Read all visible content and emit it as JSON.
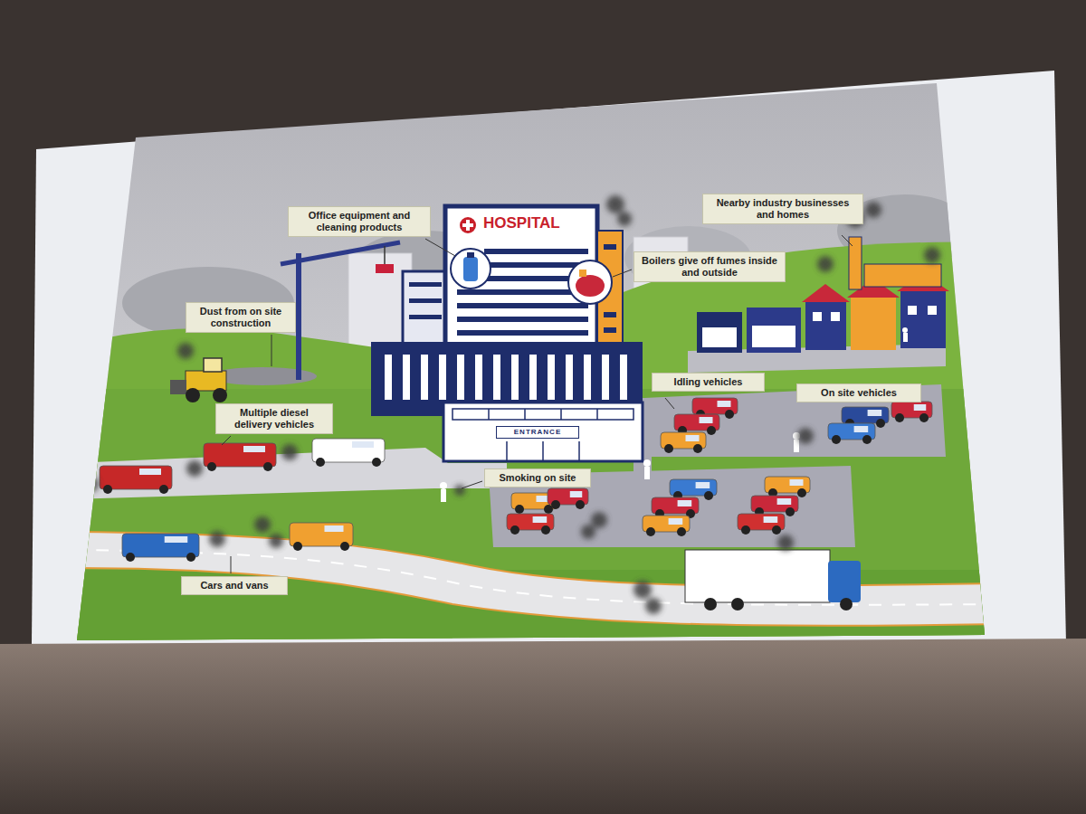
{
  "diagram": {
    "nodes": [
      {
        "text": [
          "Nearby industry businesses and homes"
        ]
      },
      {
        "text": [
          "Office equipment and cleaning products"
        ]
      },
      {
        "text": [
          "HOSPITAL"
        ]
      },
      {
        "text": [
          "Boilers give off fumes inside and outside"
        ]
      },
      {
        "text": [
          "Dust from on site construction"
        ]
      },
      {
        "text": [
          "Idling vehicles"
        ]
      },
      {
        "text": [
          "On site vehicles"
        ]
      },
      {
        "text": [
          "Multiple diesel delivery vehicles"
        ]
      },
      {
        "text": [
          "ENTRANCE"
        ]
      },
      {
        "text": [
          "Smoking on site"
        ]
      },
      {
        "text": [
          "Cars and vans"
        ]
      }
    ]
  }
}
